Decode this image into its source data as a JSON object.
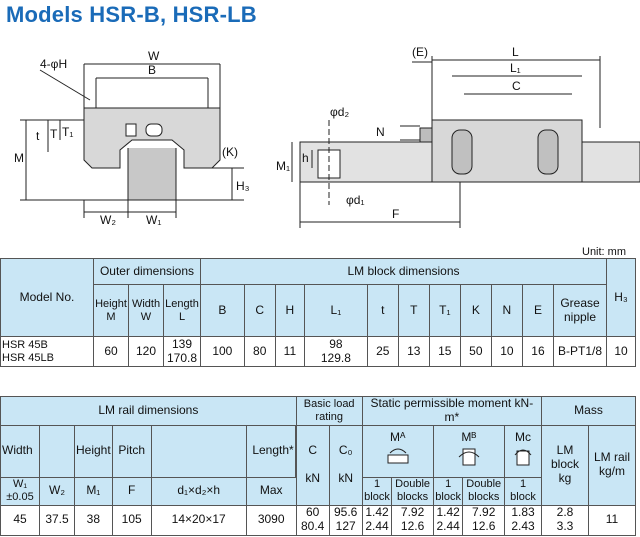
{
  "title": "Models HSR-B, HSR-LB",
  "unit_label": "Unit: mm",
  "drawing_labels": {
    "holes": "4-φH",
    "W": "W",
    "B": "B",
    "T": "T",
    "T1": "T₁",
    "t": "t",
    "M": "M",
    "K": "(K)",
    "H3": "H₃",
    "W2": "W₂",
    "W1": "W₁",
    "E": "(E)",
    "L": "L",
    "L1": "L₁",
    "C": "C",
    "d2": "φd₂",
    "N": "N",
    "M1": "M₁",
    "h": "h",
    "d1": "φd₁",
    "F": "F"
  },
  "table1": {
    "model_no": "Model No.",
    "outer_dimensions": "Outer dimensions",
    "block_dimensions": "LM block dimensions",
    "height": "Height",
    "width": "Width",
    "length": "Length",
    "M": "M",
    "W": "W",
    "L": "L",
    "cols": [
      "B",
      "C",
      "H",
      "L₁",
      "t",
      "T",
      "T₁",
      "K",
      "N",
      "E"
    ],
    "grease_nipple": "Grease nipple",
    "H3": "H₃",
    "row": {
      "model_a": "HSR 45B",
      "model_b": "HSR 45LB",
      "M": "60",
      "W": "120",
      "L_a": "139",
      "L_b": "170.8",
      "B": "100",
      "C": "80",
      "H": "11",
      "L1_a": "98",
      "L1_b": "129.8",
      "t": "25",
      "T": "13",
      "T1": "15",
      "K": "50",
      "N": "10",
      "E": "16",
      "grease": "B-PT1/8",
      "H3": "10"
    }
  },
  "table2": {
    "rail_dimensions": "LM rail dimensions",
    "basic_load": "Basic load rating",
    "static_moment": "Static permissible moment kN-m*",
    "mass": "Mass",
    "width": "Width",
    "height": "Height",
    "pitch": "Pitch",
    "length": "Length*",
    "C": "C",
    "C0": "C₀",
    "MA": "Mᴬ",
    "MB": "Mᴮ",
    "MC": "Mᴄ",
    "lm_block": "LM block",
    "lm_rail": "LM rail",
    "W1": "W₁",
    "tol": "±0.05",
    "W2": "W₂",
    "M1": "M₁",
    "F": "F",
    "d1d2h": "d₁×d₂×h",
    "max": "Max",
    "kN": "kN",
    "kN2": "kN",
    "one_block": "1 block",
    "double_blocks": "Double blocks",
    "kg": "kg",
    "kgm": "kg/m",
    "row": {
      "W1": "45",
      "W2": "37.5",
      "M1": "38",
      "F": "105",
      "d1d2h": "14×20×17",
      "max": "3090",
      "C_a": "60",
      "C_b": "80.4",
      "C0_a": "95.6",
      "C0_b": "127",
      "MA1_a": "1.42",
      "MA1_b": "2.44",
      "MA2_a": "7.92",
      "MA2_b": "12.6",
      "MB1_a": "1.42",
      "MB1_b": "2.44",
      "MB2_a": "7.92",
      "MB2_b": "12.6",
      "MC1_a": "1.83",
      "MC1_b": "2.43",
      "block_a": "2.8",
      "block_b": "3.3",
      "rail": "11"
    }
  },
  "colors": {
    "title": "#1a6bb8",
    "header_bg": "#c9e6f5"
  }
}
